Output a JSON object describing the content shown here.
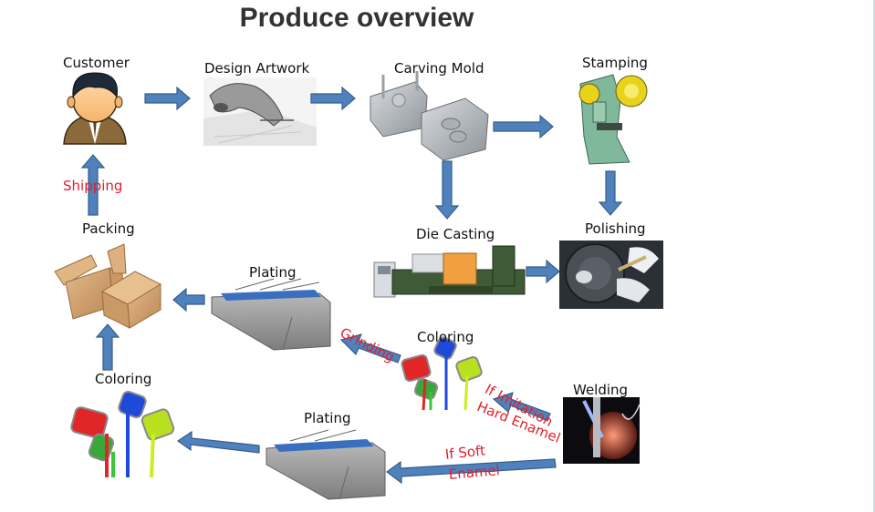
{
  "title": "Produce overview",
  "colors": {
    "arrow_fill": "#4f81bd",
    "arrow_stroke": "#385d8a",
    "annotation_text": "#e0202a",
    "label_text": "#111111",
    "title_text": "#333333"
  },
  "steps": {
    "customer": "Customer",
    "design_artwork": "Design Artwork",
    "carving_mold": "Carving Mold",
    "stamping": "Stamping",
    "die_casting": "Die Casting",
    "polishing": "Polishing",
    "packing": "Packing",
    "plating_upper": "Plating",
    "coloring_middle": "Coloring",
    "welding": "Welding",
    "coloring_lower": "Coloring",
    "plating_lower": "Plating"
  },
  "annotations": {
    "shipping": "Shipping",
    "grinding": "Grinding",
    "imitation_line1": "If Imitation",
    "imitation_line2": "Hard Enamel",
    "soft_line1": "If Soft",
    "soft_line2": "Enamel"
  },
  "paint_cans": [
    "RED",
    "GREEN",
    "BLUE",
    "YEL"
  ]
}
